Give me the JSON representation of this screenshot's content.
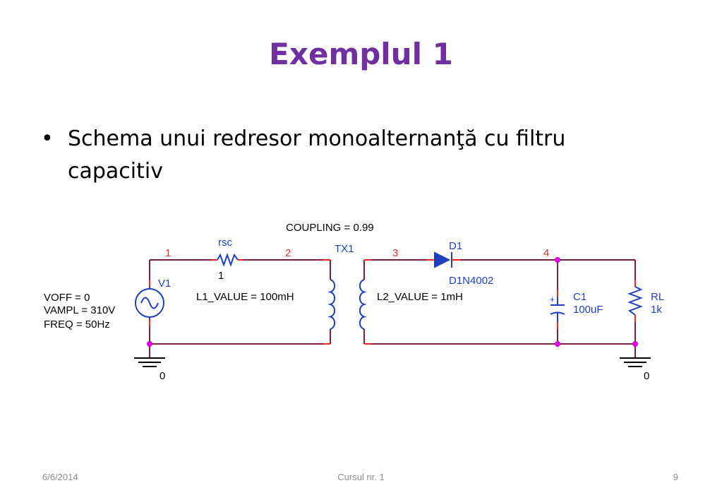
{
  "slide": {
    "title": "Exemplul 1",
    "bullet": "Schema unui redresor monoalternanţă cu filtru capacitiv"
  },
  "footer": {
    "date": "6/6/2014",
    "center": "Cursul nr. 1",
    "page": "9"
  },
  "schematic": {
    "coupling": "COUPLING = 0.99",
    "nodes": {
      "n1": "1",
      "n2": "2",
      "n3": "3",
      "n4": "4",
      "ground_left": "0",
      "ground_right": "0"
    },
    "source": {
      "name": "V1",
      "voff": "VOFF = 0",
      "vampl": "VAMPL = 310V",
      "freq": "FREQ = 50Hz"
    },
    "rsc": {
      "name": "rsc",
      "value": "1"
    },
    "transformer": {
      "name": "TX1",
      "l1": "L1_VALUE = 100mH",
      "l2": "L2_VALUE = 1mH"
    },
    "diode": {
      "name": "D1",
      "model": "D1N4002"
    },
    "capacitor": {
      "name": "C1",
      "value": "100uF"
    },
    "load": {
      "name": "RL",
      "value": "1k"
    },
    "colors": {
      "wire": "#7b1f3a",
      "component": "#1f3fbf",
      "node_label": "#e0302a",
      "pin": "#ff2020",
      "junction": "#e000e0",
      "ground": "#000000"
    }
  }
}
